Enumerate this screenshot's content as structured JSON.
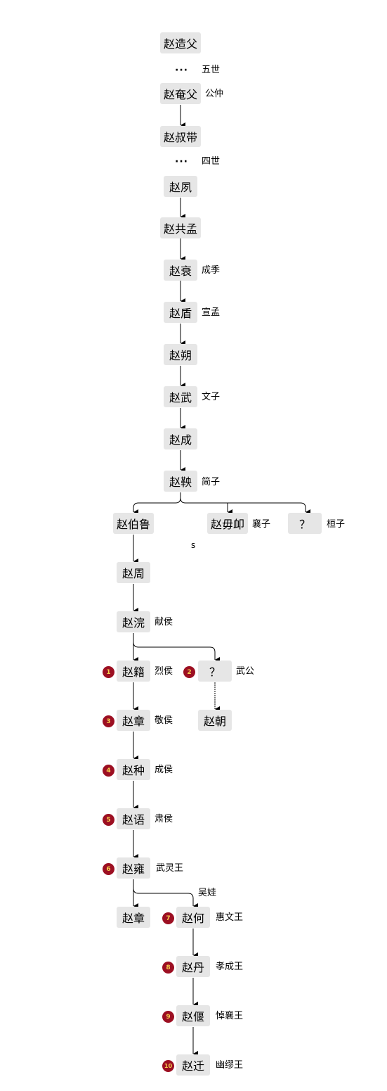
{
  "people": {
    "zaofu": "赵造父",
    "yanfu": "赵奄父",
    "shudai": "赵叔带",
    "su": "赵夙",
    "gongmeng": "赵共孟",
    "shuai": "赵衰",
    "dun": "赵盾",
    "shuo": "赵朔",
    "wu": "赵武",
    "cheng": "赵成",
    "yang": "赵鞅",
    "bolu": "赵伯鲁",
    "wuxu": "赵毋卹",
    "unknown1": "？",
    "zhou": "赵周",
    "huan": "赵浣",
    "ji": "赵籍",
    "unknown2": "？",
    "chao": "赵朝",
    "zhang1": "赵章",
    "zhong": "赵种",
    "yu": "赵语",
    "yong": "赵雍",
    "zhang2": "赵章",
    "he": "赵何",
    "dan": "赵丹",
    "yan": "赵偃",
    "qian": "赵迁"
  },
  "titles": {
    "yanfu": "公仲",
    "shuai": "成季",
    "dun": "宣孟",
    "wu": "文子",
    "yang": "简子",
    "wuxu": "襄子",
    "unknown1": "桓子",
    "huan": "献侯",
    "ji": "烈侯",
    "unknown2": "武公",
    "zhang1": "敬侯",
    "zhong": "成侯",
    "yu": "肃侯",
    "yong": "武灵王",
    "he": "惠文王",
    "dan": "孝成王",
    "yan": "悼襄王",
    "qian": "幽缪王"
  },
  "gaps": {
    "dots": "···",
    "gap1": "五世",
    "gap2": "四世"
  },
  "notes": {
    "stray": "s",
    "wuwa": "吴娃"
  },
  "badges": {
    "b1": "1",
    "b2": "2",
    "b3": "3",
    "b4": "4",
    "b5": "5",
    "b6": "6",
    "b7": "7",
    "b8": "8",
    "b9": "9",
    "b10": "10"
  },
  "colors": {
    "node_fill": "#e6e6e6",
    "badge_fill": "#9c0f22",
    "badge_text": "#f6d04d",
    "line": "#000000"
  }
}
